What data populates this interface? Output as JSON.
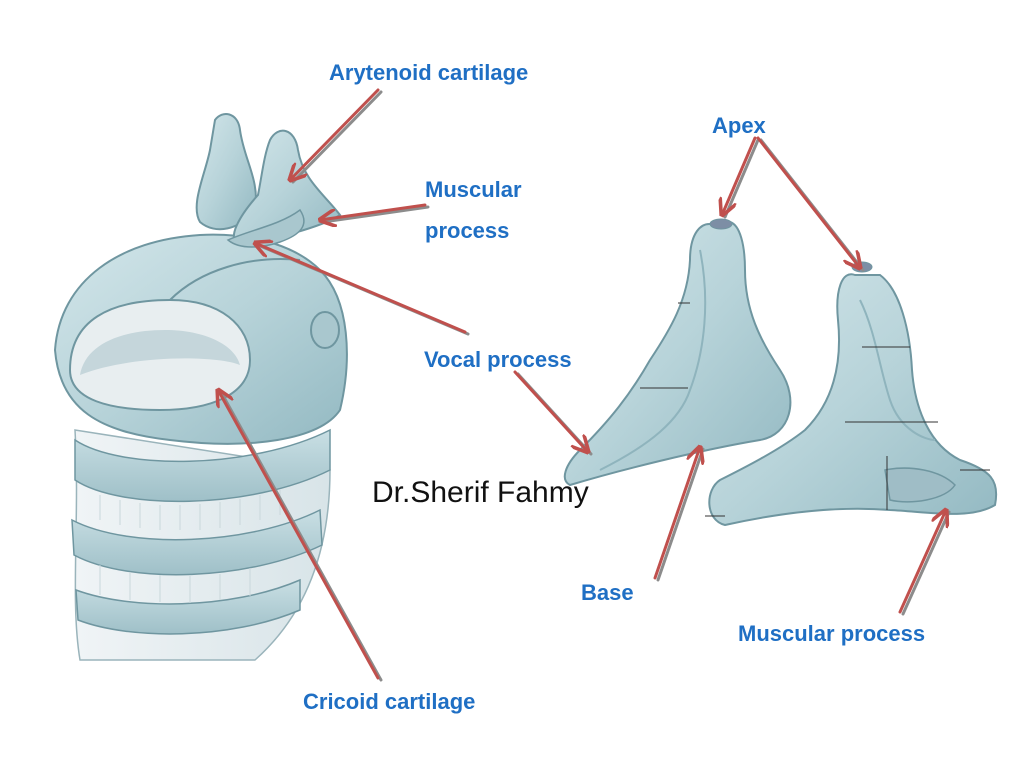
{
  "labels": {
    "arytenoid_cartilage": "Arytenoid cartilage",
    "apex": "Apex",
    "muscular_process_top_line1": "Muscular",
    "muscular_process_top_line2": "process",
    "vocal_process": "Vocal process",
    "base": "Base",
    "muscular_process_right": "Muscular process",
    "cricoid_cartilage": "Cricoid cartilage"
  },
  "credit": "Dr.Sherif Fahmy",
  "colors": {
    "label_text": "#1f6fc4",
    "arrow": "#c0504d",
    "arrow_shadow": "#8c8c8c",
    "cartilage_fill": "#b7d3d9",
    "cartilage_shade": "#8fb4bd",
    "cartilage_outline": "#6f96a0"
  }
}
